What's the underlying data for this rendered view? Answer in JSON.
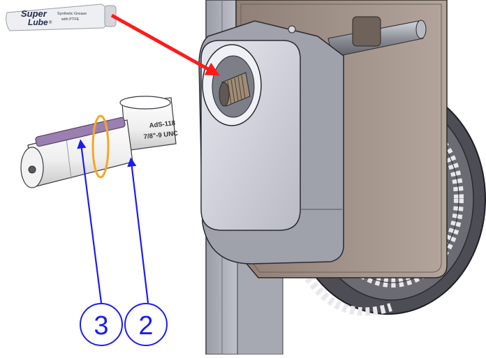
{
  "grease_tube": {
    "brand_line1": "Super",
    "brand_line2": "Lube",
    "registered": "®",
    "desc_line1": "Synthetic Grease",
    "desc_line2": "with PTFE"
  },
  "shaft_label": {
    "part_number": "AdS-118",
    "thread_spec": "7/8\"-9 UNC"
  },
  "callouts": [
    {
      "number": "3"
    },
    {
      "number": "2"
    }
  ],
  "colors": {
    "arrow_red": "#ff1a1a",
    "callout_blue": "#1c1cf0",
    "oring_orange": "#f5a623",
    "key_purple": "#9b7fb0"
  }
}
